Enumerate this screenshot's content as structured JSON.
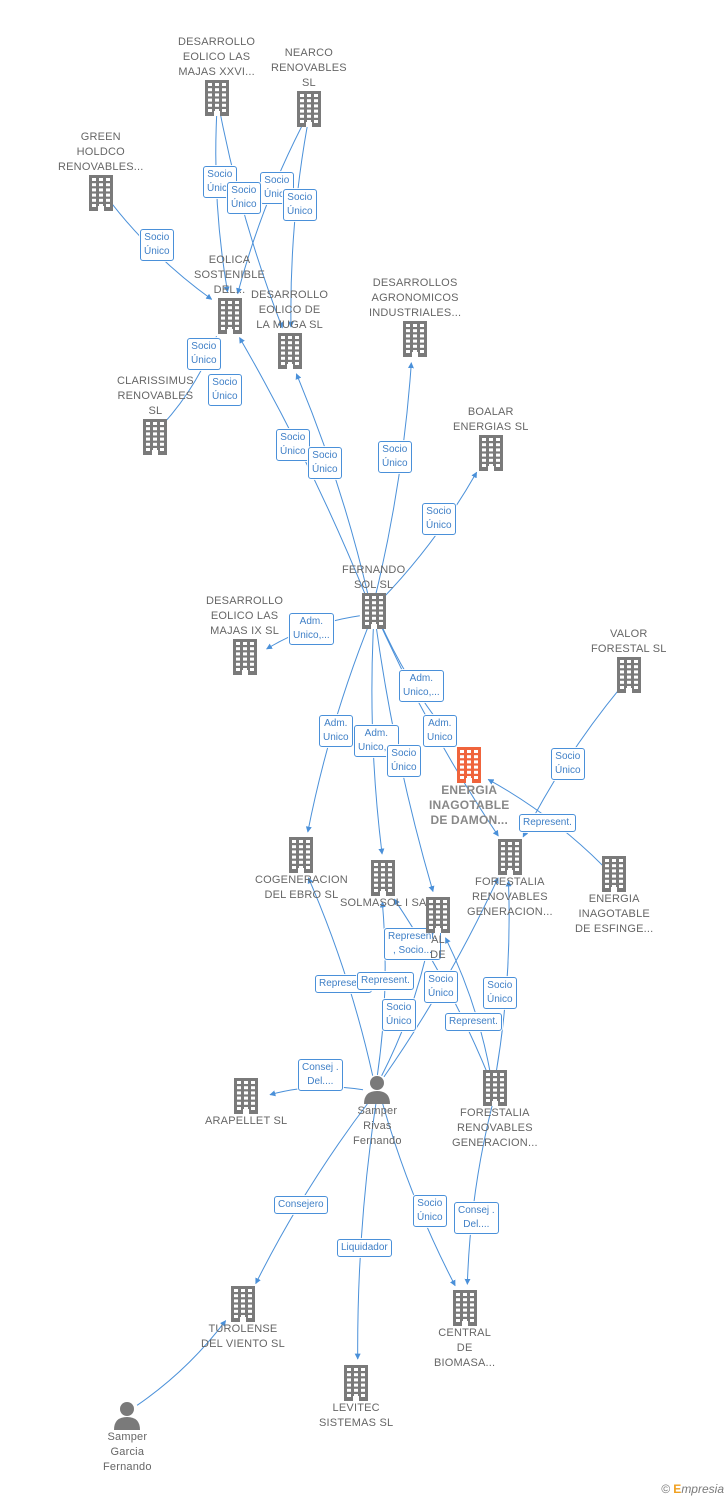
{
  "diagram": {
    "focus_color": "#f0643c",
    "node_color": "#7a7a7a",
    "edge_color": "#4a90d9"
  },
  "nodes": [
    {
      "id": "majas_xxvi",
      "name": "DESARROLLO\nEOLICO LAS\nMAJAS XXVI...",
      "kind": "company"
    },
    {
      "id": "nearco",
      "name": "NEARCO\nRENOVABLES\nSL",
      "kind": "company"
    },
    {
      "id": "green_holdco",
      "name": "GREEN\nHOLDCO\nRENOVABLES...",
      "kind": "company"
    },
    {
      "id": "eolica_sostenible",
      "name": "EOLICA\nSOSTENIBLE\nDEL...",
      "kind": "company"
    },
    {
      "id": "muga",
      "name": "DESARROLLO\nEOLICO DE\nLA MUGA SL",
      "kind": "company"
    },
    {
      "id": "agronomicos",
      "name": "DESARROLLOS\nAGRONOMICOS\nINDUSTRIALES...",
      "kind": "company"
    },
    {
      "id": "clarissimus",
      "name": "CLARISSIMUS\nRENOVABLES\nSL",
      "kind": "company"
    },
    {
      "id": "boalar",
      "name": "BOALAR\nENERGIAS  SL",
      "kind": "company"
    },
    {
      "id": "fernando_sol",
      "name": "FERNANDO\nSOL SL",
      "kind": "company"
    },
    {
      "id": "majas_ix",
      "name": "DESARROLLO\nEOLICO LAS\nMAJAS IX  SL",
      "kind": "company"
    },
    {
      "id": "valor_forestal",
      "name": "VALOR\nFORESTAL SL",
      "kind": "company"
    },
    {
      "id": "damon",
      "name": "ENERGIA\nINAGOTABLE\nDE DAMON...",
      "kind": "focus"
    },
    {
      "id": "cogeneracion",
      "name": "COGENERACION\nDEL EBRO  SL",
      "kind": "company"
    },
    {
      "id": "solmasol",
      "name": "SOLMASOL I SA",
      "kind": "company"
    },
    {
      "id": "forestalia_top",
      "name": "FORESTALIA\nRENOVABLES\nGENERACION...",
      "kind": "company"
    },
    {
      "id": "esfinge",
      "name": "ENERGIA\nINAGOTABLE\nDE ESFINGE...",
      "kind": "company"
    },
    {
      "id": "hidden_al",
      "name": "AL\nDE",
      "kind": "company"
    },
    {
      "id": "arapellet",
      "name": "ARAPELLET  SL",
      "kind": "company"
    },
    {
      "id": "samper_rivas",
      "name": "Samper\nRivas\nFernando",
      "kind": "person"
    },
    {
      "id": "forestalia_bottom",
      "name": "FORESTALIA\nRENOVABLES\nGENERACION...",
      "kind": "company"
    },
    {
      "id": "turolense",
      "name": "TUROLENSE\nDEL VIENTO SL",
      "kind": "company"
    },
    {
      "id": "central_biomasa",
      "name": "CENTRAL\nDE\nBIOMASA...",
      "kind": "company"
    },
    {
      "id": "levitec",
      "name": "LEVITEC\nSISTEMAS  SL",
      "kind": "company"
    },
    {
      "id": "samper_garcia",
      "name": "Samper\nGarcia\nFernando",
      "kind": "person"
    }
  ],
  "edges": [
    {
      "from": "majas_xxvi",
      "to": "eolica_sostenible",
      "label": "Socio\nÚnico"
    },
    {
      "from": "nearco",
      "to": "eolica_sostenible",
      "label": "Socio\nÚnico"
    },
    {
      "from": "majas_xxvi",
      "to": "muga",
      "label": "Socio\nÚnico"
    },
    {
      "from": "nearco",
      "to": "muga",
      "label": "Socio\nÚnico"
    },
    {
      "from": "green_holdco",
      "to": "eolica_sostenible",
      "label": "Socio\nÚnico"
    },
    {
      "from": "fernando_sol",
      "to": "eolica_sostenible",
      "label": "Socio\nÚnico"
    },
    {
      "from": "clarissimus",
      "to": "eolica_sostenible",
      "label": "Socio\nÚnico"
    },
    {
      "from": "fernando_sol",
      "to": "muga",
      "label": "Socio\nÚnico"
    },
    {
      "from": "fernando_sol",
      "to": "agronomicos",
      "label": "Socio\nÚnico"
    },
    {
      "from": "fernando_sol",
      "to": "boalar",
      "label": "Socio\nÚnico"
    },
    {
      "from": "fernando_sol",
      "to": "majas_ix",
      "label": "Socio\nÚnico"
    },
    {
      "from": "fernando_sol",
      "to": "damon",
      "label": "Adm.\nUnico,..."
    },
    {
      "from": "fernando_sol",
      "to": "cogeneracion",
      "label": "Adm.\nUnico,..."
    },
    {
      "from": "fernando_sol",
      "to": "solmasol",
      "label": "Adm.\nUnico"
    },
    {
      "from": "fernando_sol",
      "to": "forestalia_top",
      "label": "Adm.\nUnico,..."
    },
    {
      "from": "fernando_sol",
      "to": "hidden_al",
      "label": "Adm.\nUnico"
    },
    {
      "from": "valor_forestal",
      "to": "forestalia_top",
      "label": "Socio\nÚnico"
    },
    {
      "from": "esfinge",
      "to": "damon",
      "label": "Socio\nÚnico"
    },
    {
      "from": "samper_rivas",
      "to": "hidden_al",
      "label": "Represent."
    },
    {
      "from": "samper_rivas",
      "to": "cogeneracion",
      "label": "Represent.\n, Socio..."
    },
    {
      "from": "samper_rivas",
      "to": "solmasol",
      "label": "Represent."
    },
    {
      "from": "samper_rivas",
      "to": "forestalia_top",
      "label": "Represent."
    },
    {
      "from": "forestalia_bottom",
      "to": "hidden_al",
      "label": "Socio\nÚnico"
    },
    {
      "from": "forestalia_bottom",
      "to": "forestalia_top",
      "label": "Socio\nÚnico"
    },
    {
      "from": "forestalia_bottom",
      "to": "solmasol",
      "label": "Socio\nÚnico"
    },
    {
      "from": "samper_rivas",
      "to": "arapellet",
      "label": "Represent."
    },
    {
      "from": "samper_rivas",
      "to": "turolense",
      "label": "Consej .\nDel...."
    },
    {
      "from": "samper_rivas",
      "to": "levitec",
      "label": "Consejero"
    },
    {
      "from": "samper_rivas",
      "to": "central_biomasa",
      "label": "Liquidador"
    },
    {
      "from": "forestalia_bottom",
      "to": "central_biomasa",
      "label": "Socio\nÚnico"
    },
    {
      "from": "samper_garcia",
      "to": "turolense",
      "label": "Consej .\nDel...."
    }
  ],
  "footer": {
    "copyright": "©",
    "brand_initial": "E",
    "brand_rest": "mpresia"
  }
}
